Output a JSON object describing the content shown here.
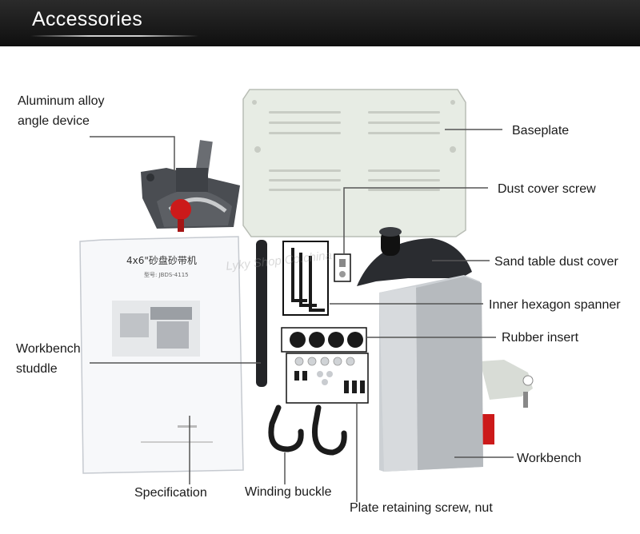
{
  "header": {
    "title": "Accessories"
  },
  "labels": {
    "angle_device_line1": "Aluminum alloy",
    "angle_device_line2": "angle device",
    "baseplate": "Baseplate",
    "dust_cover_screw": "Dust cover screw",
    "sand_table_dust_cover": "Sand table dust cover",
    "inner_hexagon_spanner": "Inner hexagon spanner",
    "rubber_insert": "Rubber insert",
    "workbench_studdle_line1": "Workbench",
    "workbench_studdle_line2": "studdle",
    "workbench": "Workbench",
    "specification": "Specification",
    "winding_buckle": "Winding buckle",
    "plate_retaining_screw_nut": "Plate retaining screw, nut"
  },
  "manual": {
    "title": "4x6\"砂盘砂带机",
    "model": "型号: JBDS-4115"
  },
  "watermark": "Lyky Shop Co.china",
  "colors": {
    "header_bg": "#1a1a1a",
    "baseplate": "#e6ebe3",
    "accent_red": "#cc1a1a",
    "steel": "#b8bcc0"
  }
}
